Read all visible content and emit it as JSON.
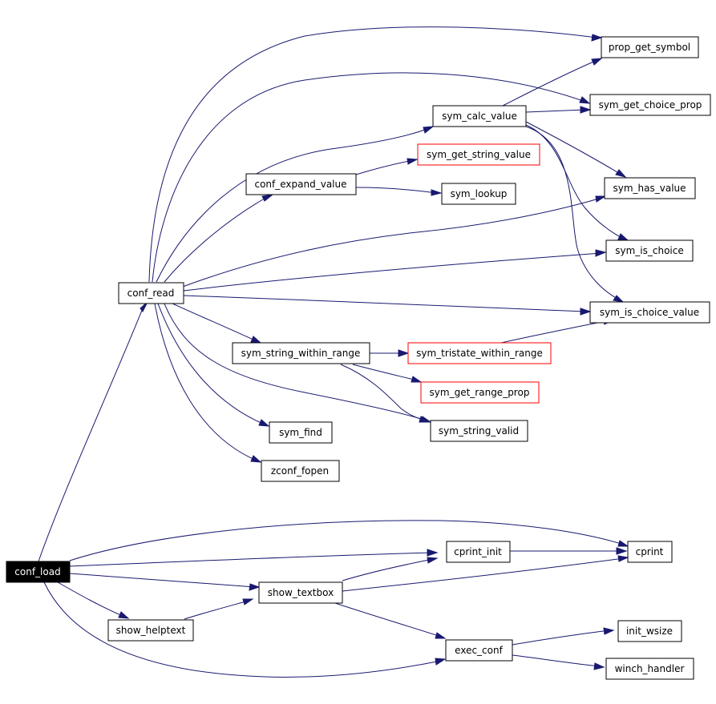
{
  "graph": {
    "colors": {
      "edge": "#191970",
      "node_border": "#000000",
      "external_border": "#ff0000",
      "root_fill": "#000000",
      "root_text": "#ffffff"
    },
    "nodes": {
      "conf_load": "conf_load",
      "conf_read": "conf_read",
      "prop_get_symbol": "prop_get_symbol",
      "sym_calc_value": "sym_calc_value",
      "sym_get_choice_prop": "sym_get_choice_prop",
      "sym_get_string_value": "sym_get_string_value",
      "conf_expand_value": "conf_expand_value",
      "sym_lookup": "sym_lookup",
      "sym_has_value": "sym_has_value",
      "sym_is_choice": "sym_is_choice",
      "sym_is_choice_value": "sym_is_choice_value",
      "sym_string_within_range": "sym_string_within_range",
      "sym_tristate_within_range": "sym_tristate_within_range",
      "sym_get_range_prop": "sym_get_range_prop",
      "sym_find": "sym_find",
      "sym_string_valid": "sym_string_valid",
      "zconf_fopen": "zconf_fopen",
      "cprint_init": "cprint_init",
      "cprint": "cprint",
      "show_textbox": "show_textbox",
      "show_helptext": "show_helptext",
      "exec_conf": "exec_conf",
      "init_wsize": "init_wsize",
      "winch_handler": "winch_handler"
    }
  }
}
